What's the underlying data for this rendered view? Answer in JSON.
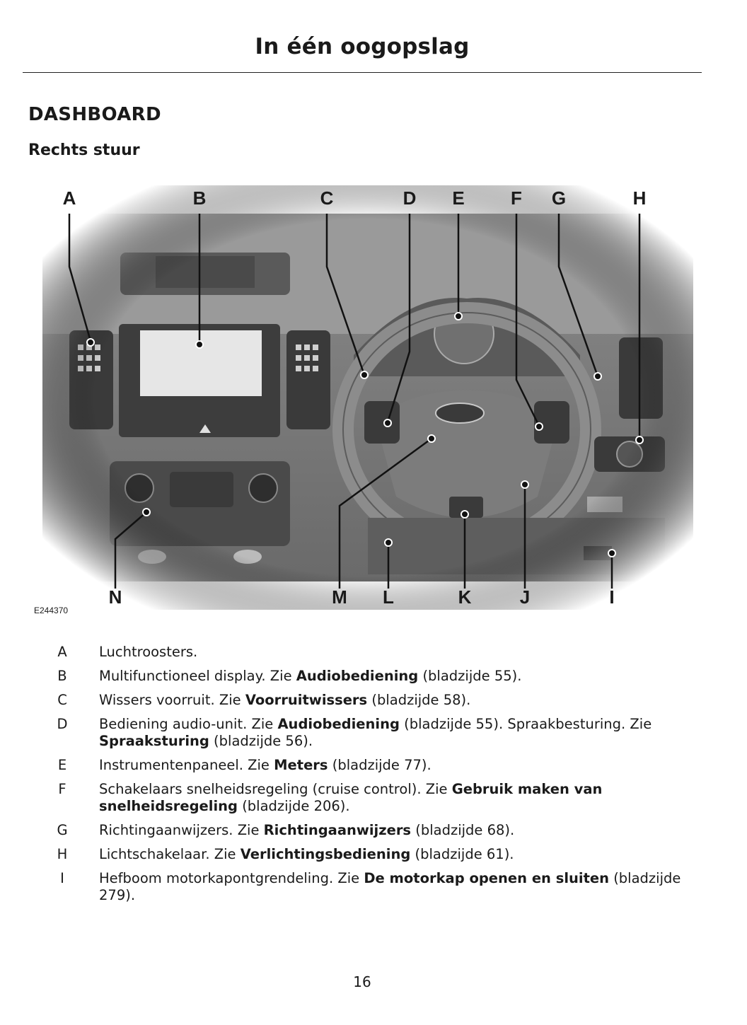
{
  "header": {
    "title": "In één oogopslag"
  },
  "section": {
    "title": "DASHBOARD"
  },
  "subsection": {
    "title": "Rechts stuur"
  },
  "figure": {
    "code": "E244370",
    "callouts_top": [
      "A",
      "B",
      "C",
      "D",
      "E",
      "F",
      "G",
      "H"
    ],
    "callouts_bottom": [
      "N",
      "M",
      "L",
      "K",
      "J",
      "I"
    ]
  },
  "legend": [
    {
      "key": "A",
      "text": "Luchtroosters.",
      "ref": "",
      "suffix": ""
    },
    {
      "key": "B",
      "text": "Multifunctioneel display.  Zie ",
      "ref": "Audiobediening",
      "suffix": " (bladzijde 55)."
    },
    {
      "key": "C",
      "text": "Wissers voorruit.  Zie ",
      "ref": "Voorruitwissers",
      "suffix": " (bladzijde 58)."
    },
    {
      "key": "D",
      "text": "Bediening audio-unit.  Zie ",
      "ref": "Audiobediening",
      "suffix": " (bladzijde 55).  Spraakbesturing.  Zie ",
      "ref2": "Spraaksturing",
      "suffix2": " (bladzijde 56)."
    },
    {
      "key": "E",
      "text": "Instrumentenpaneel.  Zie ",
      "ref": "Meters",
      "suffix": " (bladzijde 77)."
    },
    {
      "key": "F",
      "text": "Schakelaars snelheidsregeling (cruise control).  Zie ",
      "ref": "Gebruik maken van snelheidsregeling",
      "suffix": " (bladzijde 206)."
    },
    {
      "key": "G",
      "text": "Richtingaanwijzers.  Zie ",
      "ref": "Richtingaanwijzers",
      "suffix": " (bladzijde 68)."
    },
    {
      "key": "H",
      "text": "Lichtschakelaar.  Zie ",
      "ref": "Verlichtingsbediening",
      "suffix": " (bladzijde 61)."
    },
    {
      "key": "I",
      "text": "Hefboom motorkapontgrendeling.  Zie ",
      "ref": "De motorkap openen en sluiten",
      "suffix": " (bladzijde 279)."
    }
  ],
  "page": {
    "number": "16"
  }
}
